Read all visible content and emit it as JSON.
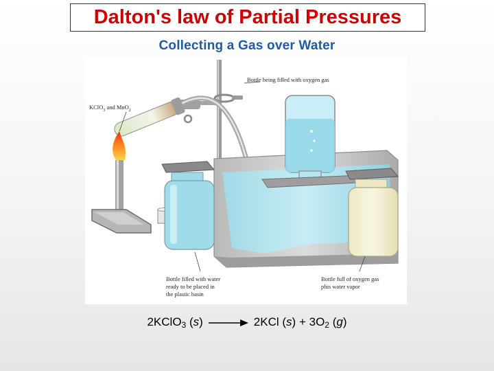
{
  "title": "Dalton's law of Partial Pressures",
  "subtitle": "Collecting a Gas over Water",
  "figure_labels": {
    "reactants": "KClO",
    "reactants_sub1": "3",
    "reactants_and": " and MnO",
    "reactants_sub2": "2",
    "bottle_filling": "Bottle being filled with oxygen gas",
    "bottle_water_1": "Bottle filled with water",
    "bottle_water_2": "ready to be placed in",
    "bottle_water_3": "the plastic basin",
    "bottle_o2_1": "Bottle full of oxygen gas",
    "bottle_o2_2": "plus water vapor"
  },
  "equation": {
    "lhs": "2KClO",
    "lhs_sub": "3",
    "lhs_state": "s",
    "rhs1": "2KCl",
    "rhs1_state": "s",
    "plus": "+",
    "rhs2": "3O",
    "rhs2_sub": "2",
    "rhs2_state": "g"
  }
}
